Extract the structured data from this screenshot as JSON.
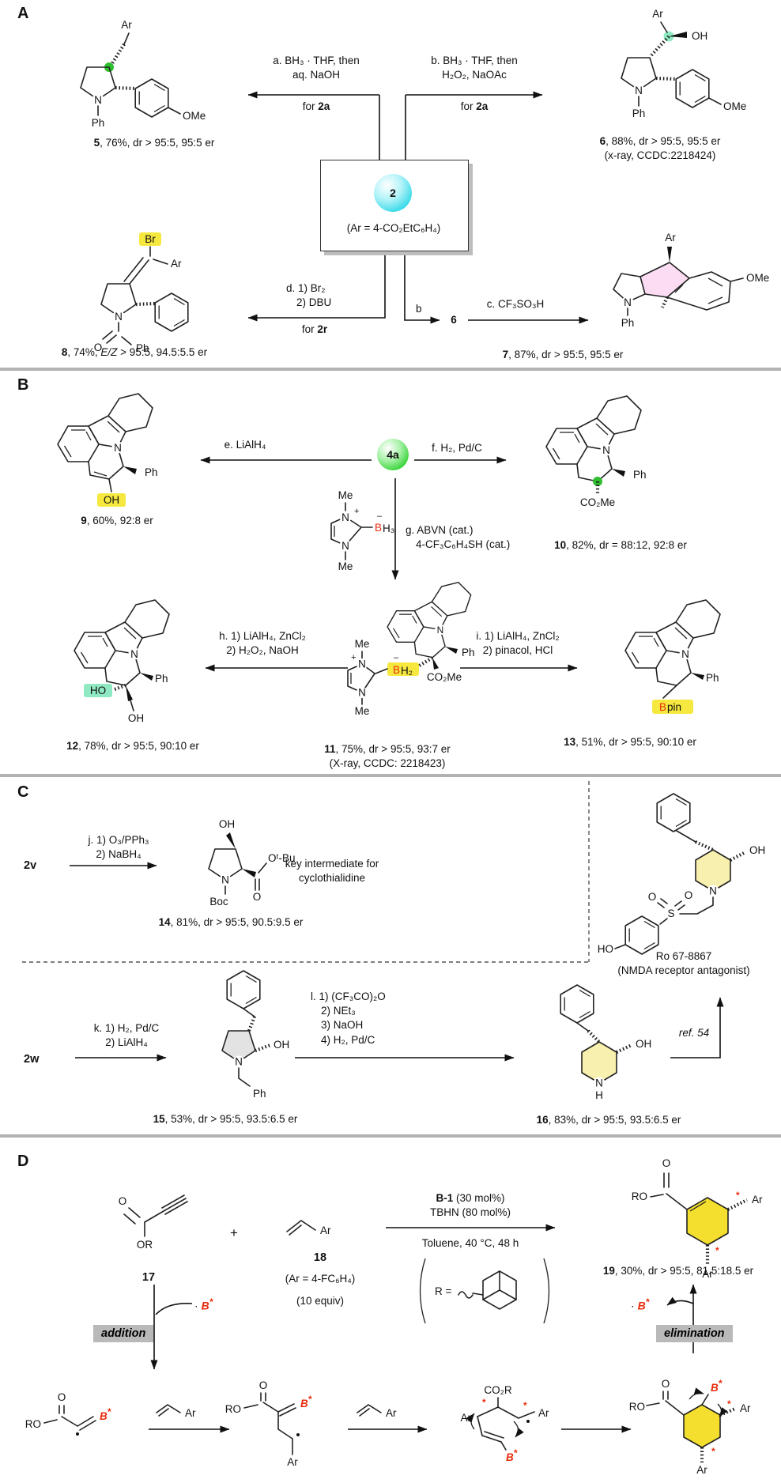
{
  "common": {
    "n": "N"
  },
  "panelA": {
    "label": "A",
    "cond_a_l1": "a. BH₃ · THF, then",
    "cond_a_l2": "aq. NaOH",
    "cond_b_l1": "b. BH₃ · THF, then",
    "cond_b_l2": "H₂O₂, NaOAc",
    "for_pre": "for ",
    "for_2a": "2a",
    "for_2r": "2r",
    "cond_d_l1": "d. 1) Br₂",
    "cond_d_l2": "2) DBU",
    "cond_c": "c. CF₃SO₃H",
    "step_b": "b",
    "compound_6": "6",
    "box": {
      "num": "2",
      "ar_def": "(Ar = 4-CO₂EtC₆H₄)"
    },
    "cap5": {
      "num": "5",
      "rest": ", 76%, dr > 95:5, 95:5 er"
    },
    "cap6": {
      "num": "6",
      "rest": ", 88%, dr > 95:5, 95:5 er",
      "xray": "(x-ray, CCDC:2218424)"
    },
    "cap7": {
      "num": "7",
      "rest": ", 87%, dr > 95:5, 95:5 er"
    },
    "cap8": {
      "num": "8",
      "pre": ", 74%, ",
      "ez": "E/Z",
      "post": " > 95:5, 94.5:5.5 er"
    },
    "s5": {
      "ar": "Ar",
      "ph": "Ph",
      "ome": "OMe"
    },
    "s6": {
      "ar": "Ar",
      "oh": "OH",
      "ph": "Ph",
      "ome": "OMe"
    },
    "s7": {
      "ar": "Ar",
      "ome": "OMe",
      "ph": "Ph"
    },
    "s8": {
      "br": "Br",
      "ar": "Ar",
      "o": "O",
      "ph": "Ph"
    }
  },
  "panelB": {
    "label": "B",
    "cond_e": "e. LiAlH₄",
    "cond_f": "f. H₂, Pd/C",
    "cond_g_l1": "g. ABVN (cat.)",
    "cond_g_l2": "4-CF₃C₆H₄SH (cat.)",
    "cond_h_l1": "h. 1) LiAlH₄, ZnCl₂",
    "cond_h_l2": "2) H₂O₂, NaOH",
    "cond_i_l1": "i. 1) LiAlH₄, ZnCl₂",
    "cond_i_l2": "2) pinacol, HCl",
    "sphere": "4a",
    "cap9": {
      "num": "9",
      "rest": ", 60%, 92:8 er"
    },
    "cap10": {
      "num": "10",
      "rest": ", 82%, dr = 88:12, 92:8 er"
    },
    "cap11": {
      "num": "11",
      "rest": ", 75%, dr > 95:5, 93:7 er",
      "xray": "(X-ray, CCDC: 2218423)"
    },
    "cap12": {
      "num": "12",
      "rest": ", 78%, dr > 95:5, 90:10 er"
    },
    "cap13": {
      "num": "13",
      "rest": ", 51%, dr > 95:5, 90:10 er"
    },
    "nhc": {
      "me_top": "Me",
      "me_bot": "Me",
      "plus": "+",
      "minus": "–",
      "b": "B",
      "h3": "H₃"
    },
    "s9": {
      "ph": "Ph",
      "oh": "OH"
    },
    "s10": {
      "ph": "Ph",
      "ester": "CO₂Me"
    },
    "s11": {
      "ph": "Ph",
      "ester": "CO₂Me",
      "me_top": "Me",
      "me_bot": "Me",
      "plus": "+",
      "minus": "–",
      "b": "B",
      "h2": "H₂"
    },
    "s12": {
      "ph": "Ph",
      "ho": "HO",
      "oh": "OH"
    },
    "s13": {
      "ph": "Ph",
      "b": "B",
      "pin": "pin"
    }
  },
  "panelC": {
    "label": "C",
    "start_1": "2v",
    "start_2": "2w",
    "cond_j_l1": "j. 1) O₃/PPh₃",
    "cond_j_l2": "2) NaBH₄",
    "cond_k_l1": "k. 1) H₂, Pd/C",
    "cond_k_l2": "2) LiAlH₄",
    "cond_l_l1": "l. 1) (CF₃CO)₂O",
    "cond_l_l2": "2) NEt₃",
    "cond_l_l3": "3) NaOH",
    "cond_l_l4": "4) H₂, Pd/C",
    "note_l1": "key intermediate for",
    "note_l2": "cyclothialidine",
    "ref": "ref. 54",
    "cap14": {
      "num": "14",
      "rest": ", 81%, dr > 95:5, 90.5:9.5 er"
    },
    "cap15": {
      "num": "15",
      "rest": ", 53%, dr > 95:5, 93.5:6.5 er"
    },
    "cap16": {
      "num": "16",
      "rest": ", 83%, dr > 95:5, 93.5:6.5 er"
    },
    "ro": {
      "name": "Ro 67-8867",
      "sub": "(NMDA receptor antagonist)",
      "oh": "OH",
      "ho": "HO",
      "s": "S",
      "o1": "O",
      "o2": "O"
    },
    "s14": {
      "oh": "OH",
      "otbu": "Oᵗ-Bu",
      "o": "O",
      "boc": "Boc"
    },
    "s15": {
      "oh": "OH",
      "ph": "Ph"
    },
    "s16": {
      "oh": "OH",
      "h": "H"
    }
  },
  "panelD": {
    "label": "D",
    "plus": "+",
    "num17": "17",
    "num18": "18",
    "ar_def": "(Ar = 4-FC₆H₄)",
    "equiv": "(10 equiv)",
    "cond_l1_b": "B-1",
    "cond_l1_rest": " (30 mol%)",
    "cond_l2": "TBHN (80 mol%)",
    "cond_l3": "Toluene, 40 °C, 48 h",
    "r_label": "R =",
    "cap19": {
      "num": "19",
      "rest": ", 30%, dr > 95:5, 81.5:18.5 er"
    },
    "addition": "addition",
    "elimination": "elimination",
    "bstar": {
      "dot": "·",
      "b": "B",
      "star": "*"
    },
    "ast": "*",
    "s17": {
      "o": "O",
      "or": "OR"
    },
    "s18": {
      "ar": "Ar"
    },
    "s19": {
      "ro": "RO",
      "o": "O",
      "ar1": "Ar",
      "ar2": "Ar"
    },
    "m1": {
      "o": "O",
      "ro": "RO"
    },
    "m2": {
      "o": "O",
      "ro": "RO",
      "ar": "Ar"
    },
    "m3": {
      "ester": "CO₂R",
      "ar_l": "Ar",
      "ar_r": "Ar"
    },
    "m4": {
      "o": "O",
      "ro": "RO",
      "ar1": "Ar",
      "ar2": "Ar"
    },
    "vinyl1": {
      "ar": "Ar"
    },
    "vinyl2": {
      "ar": "Ar"
    }
  }
}
